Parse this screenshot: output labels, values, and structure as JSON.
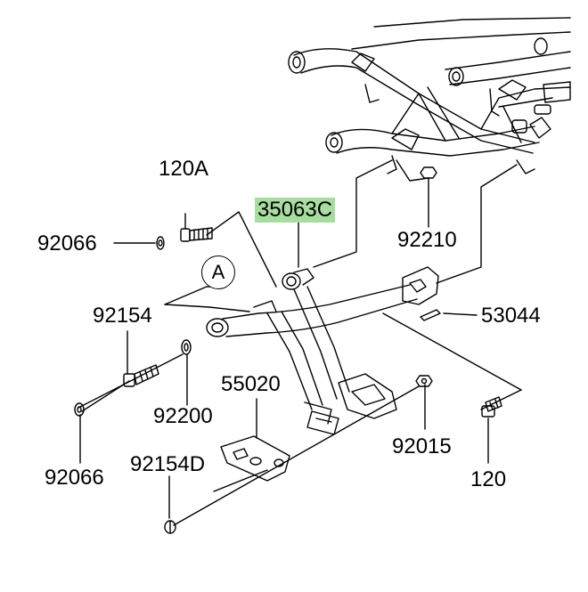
{
  "diagram": {
    "part_labels": {
      "p120A": "120A",
      "p92066_top": "92066",
      "p35063C": "35063C",
      "p92210": "92210",
      "pA": "A",
      "p92154": "92154",
      "p53044": "53044",
      "p55020": "55020",
      "p92200": "92200",
      "p92015": "92015",
      "p92066_bottom": "92066",
      "p92154D": "92154D",
      "p120": "120"
    },
    "highlight_color": "#a9dca1",
    "line_color": "#000000"
  }
}
